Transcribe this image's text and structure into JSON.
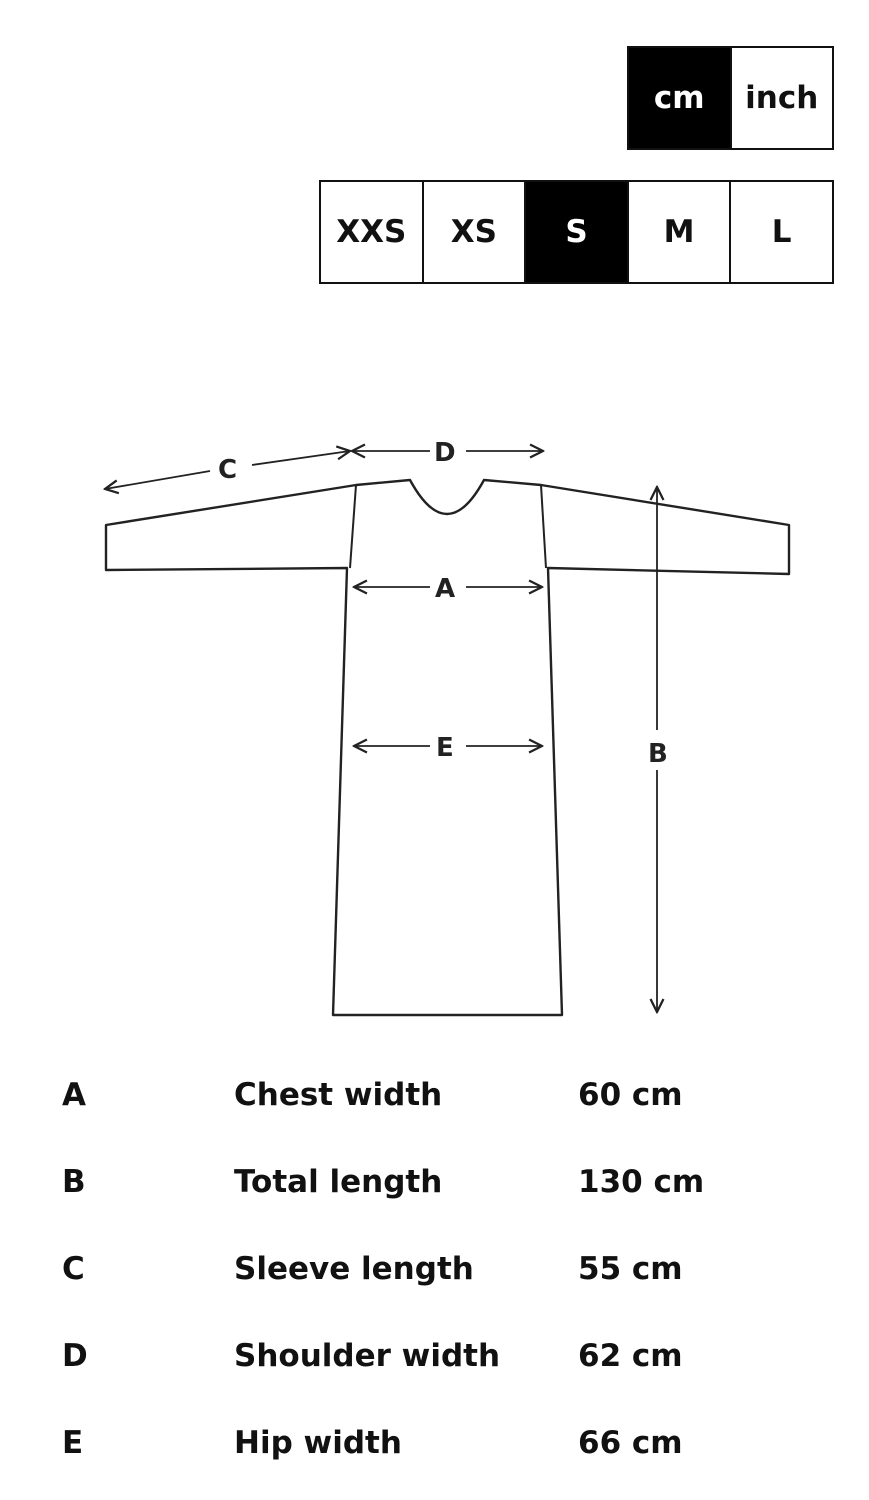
{
  "units": {
    "options": [
      {
        "label": "cm",
        "active": true
      },
      {
        "label": "inch",
        "active": false
      }
    ]
  },
  "sizes": {
    "options": [
      {
        "label": "XXS",
        "active": false
      },
      {
        "label": "XS",
        "active": false
      },
      {
        "label": "S",
        "active": true
      },
      {
        "label": "M",
        "active": false
      },
      {
        "label": "L",
        "active": false
      }
    ]
  },
  "diagram": {
    "labels": {
      "a": "A",
      "b": "B",
      "c": "C",
      "d": "D",
      "e": "E"
    }
  },
  "measurements": [
    {
      "letter": "A",
      "label": "Chest width",
      "value": "60 cm"
    },
    {
      "letter": "B",
      "label": "Total length",
      "value": "130 cm"
    },
    {
      "letter": "C",
      "label": "Sleeve length",
      "value": "55 cm"
    },
    {
      "letter": "D",
      "label": "Shoulder width",
      "value": "62 cm"
    },
    {
      "letter": "E",
      "label": "Hip width",
      "value": "66 cm"
    }
  ]
}
